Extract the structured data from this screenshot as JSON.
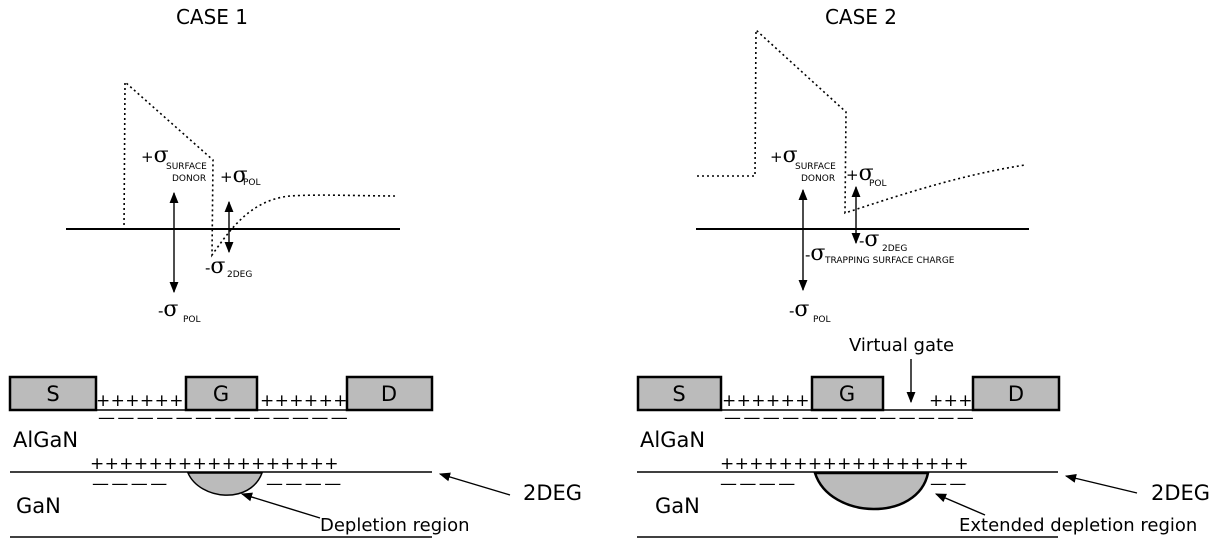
{
  "case1": {
    "title": "CASE 1",
    "surface_donor": {
      "sign": "+",
      "symbol": "σ",
      "sub1": "SURFACE",
      "sub2": "DONOR"
    },
    "pol_top": {
      "sign": "+",
      "symbol": "σ",
      "sub": "POL"
    },
    "twodeg": {
      "sign": "-",
      "symbol": "σ",
      "sub": "2DEG"
    },
    "pol_bottom": {
      "sign": "-",
      "symbol": "σ",
      "sub": "POL"
    },
    "source": "S",
    "gate": "G",
    "drain": "D",
    "surface_plus_left": "++++++",
    "surface_plus_right": "++++++",
    "surface_minus": "—————————————",
    "interface_plus": "+++++++++++++++++",
    "twodeg_minus_left": "————",
    "twodeg_minus_right": "————",
    "algan": "AlGaN",
    "gan": "GaN",
    "twodeg_label": "2DEG",
    "depletion_label": "Depletion region"
  },
  "case2": {
    "title": "CASE 2",
    "surface_donor": {
      "sign": "+",
      "symbol": "σ",
      "sub1": "SURFACE",
      "sub2": "DONOR"
    },
    "pol_top": {
      "sign": "+",
      "symbol": "σ",
      "sub": "POL"
    },
    "twodeg": {
      "sign": "-",
      "symbol": "σ",
      "sub": "2DEG"
    },
    "trapping": {
      "sign": "-",
      "symbol": "σ",
      "sub": "TRAPPING SURFACE CHARGE"
    },
    "pol_bottom": {
      "sign": "-",
      "symbol": "σ",
      "sub": "POL"
    },
    "virtual_gate": "Virtual gate",
    "source": "S",
    "gate": "G",
    "drain": "D",
    "surface_plus_left": "++++++",
    "surface_plus_right": "+++",
    "surface_minus": "—————————————",
    "interface_plus": "+++++++++++++++++",
    "twodeg_minus_left": "————",
    "twodeg_minus_right": "——",
    "algan": "AlGaN",
    "gan": "GaN",
    "twodeg_label": "2DEG",
    "depletion_label": "Extended depletion region"
  }
}
